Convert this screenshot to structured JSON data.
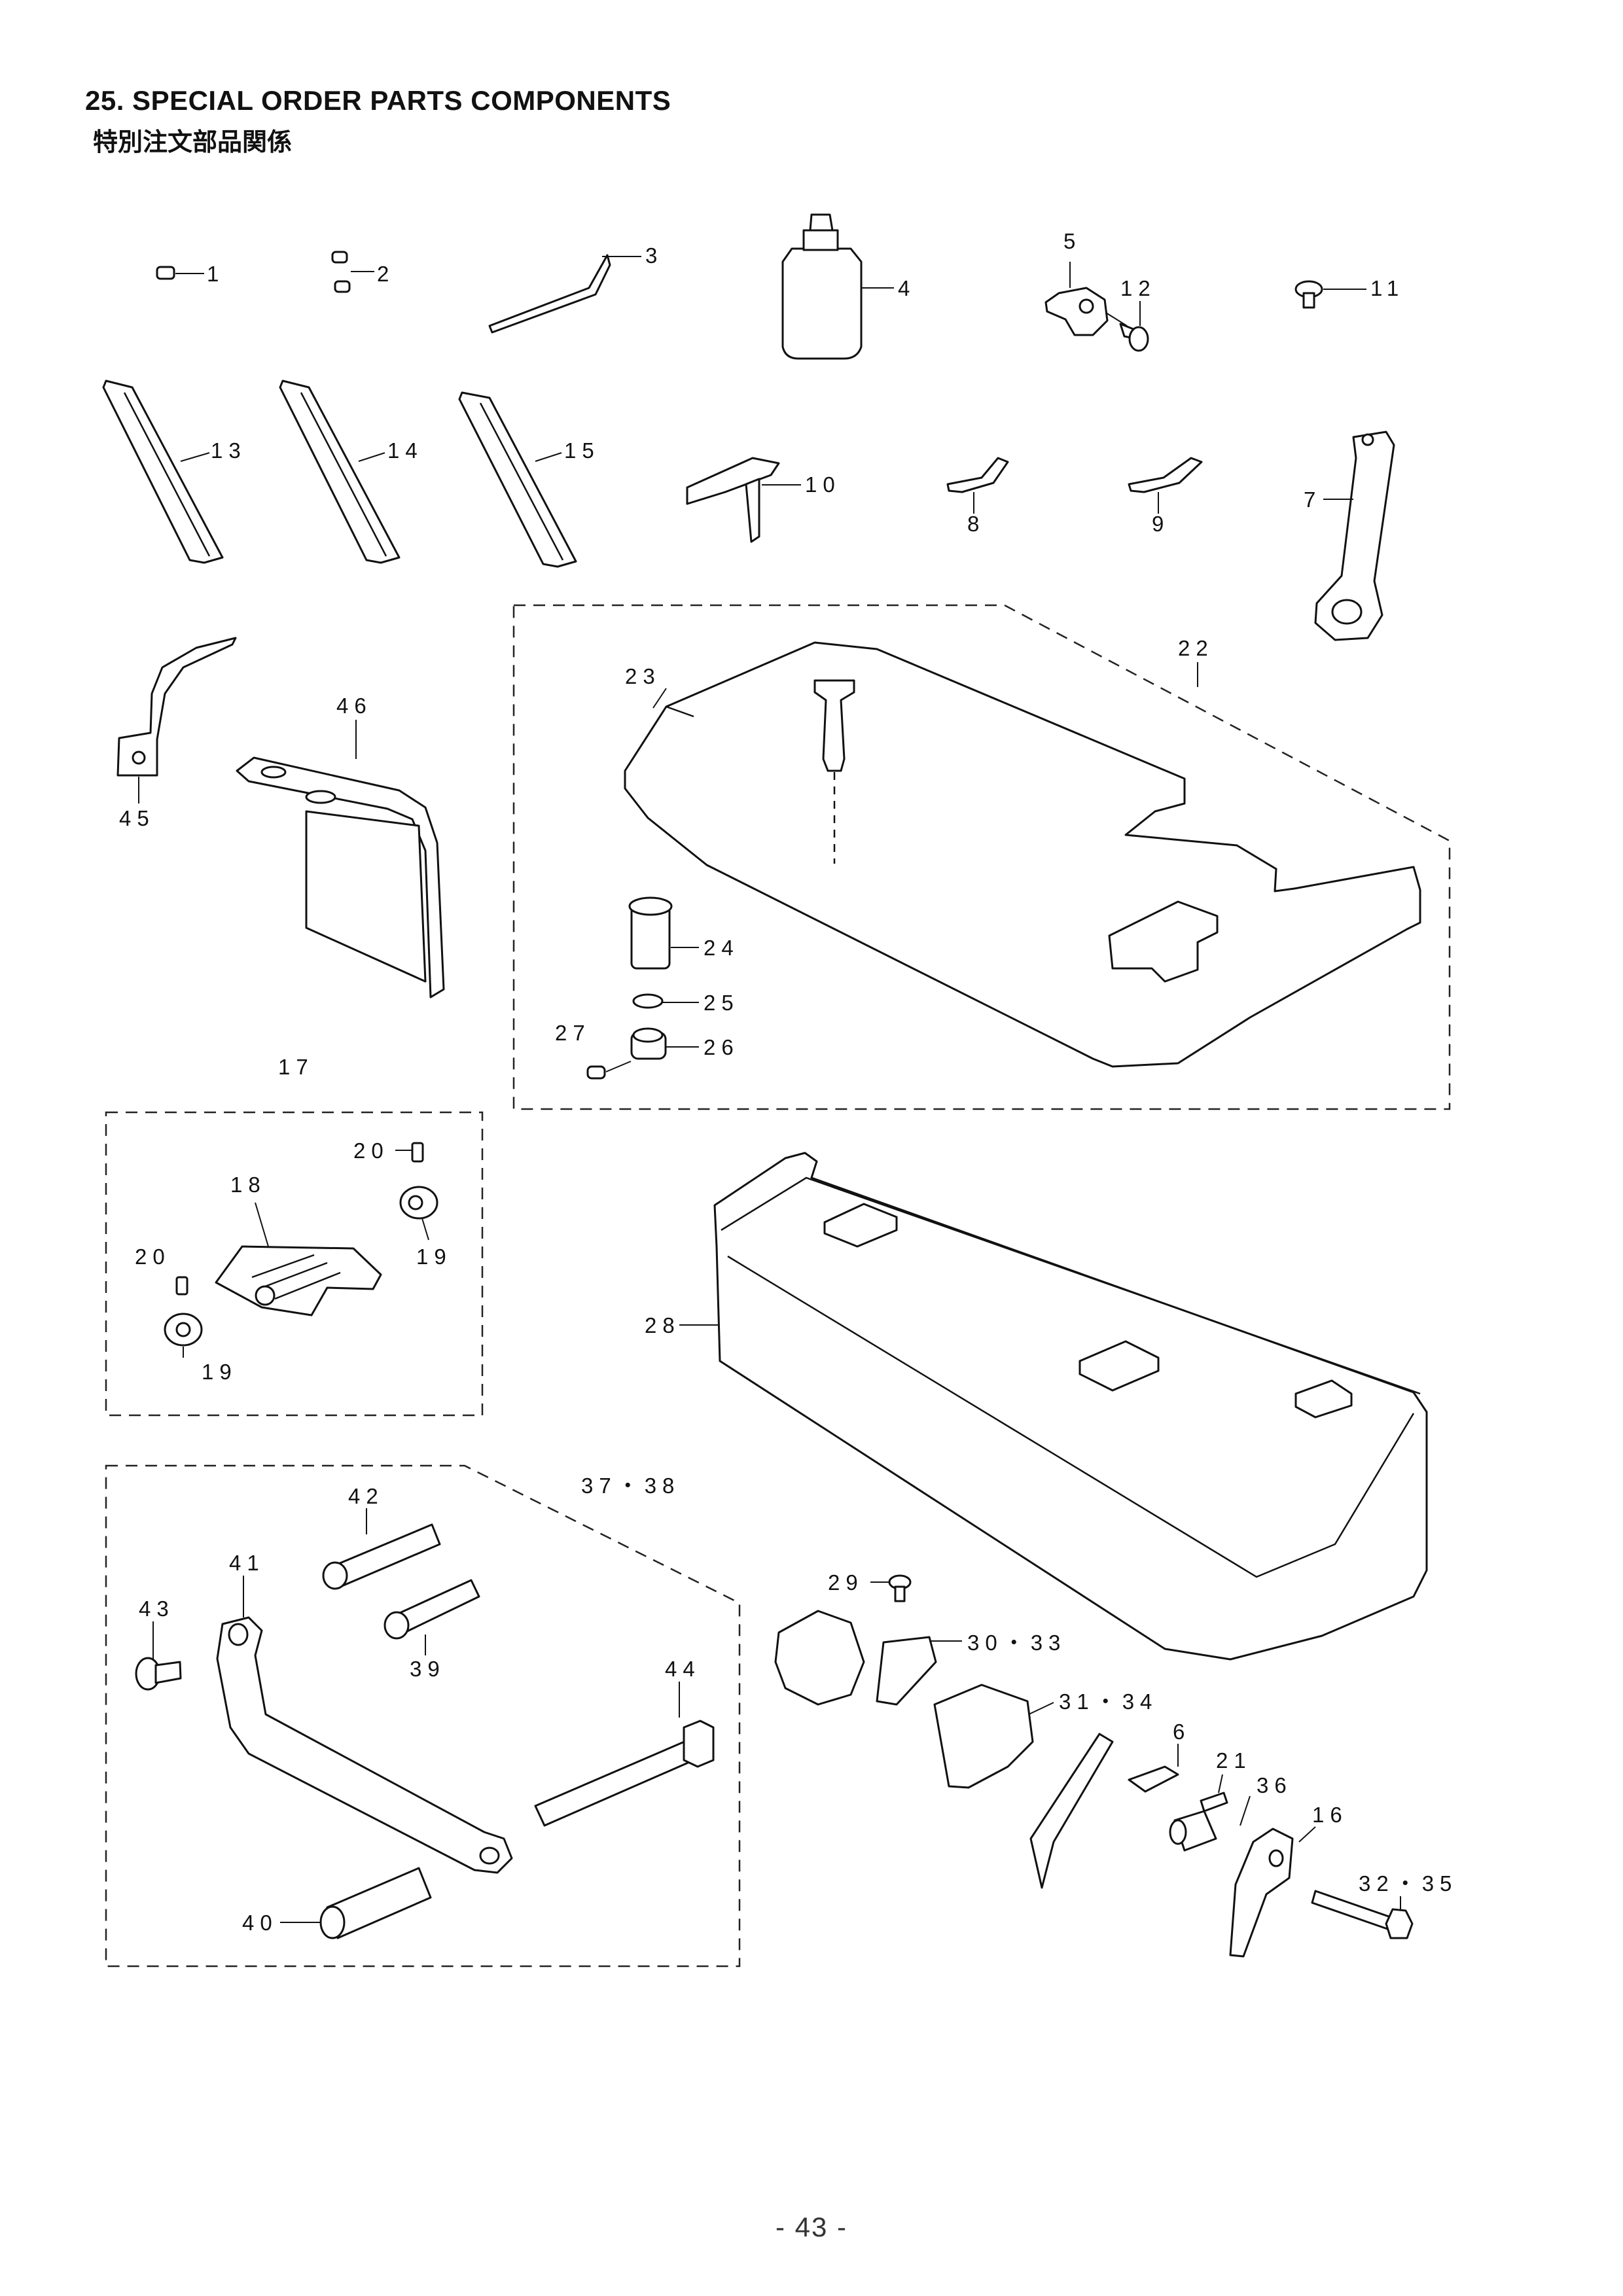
{
  "page": {
    "section_title": "25. SPECIAL ORDER PARTS COMPONENTS",
    "section_subtitle": "特別注文部品関係",
    "page_number": "- 43 -"
  },
  "callouts": {
    "c1": "1",
    "c2": "2",
    "c3": "3",
    "c4": "4",
    "c5": "5",
    "c6": "6",
    "c7": "7",
    "c8": "8",
    "c9": "9",
    "c10": "10",
    "c11": "11",
    "c12": "12",
    "c13": "13",
    "c14": "14",
    "c15": "15",
    "c16": "16",
    "c17": "17",
    "c18": "18",
    "c19a": "19",
    "c19b": "19",
    "c20a": "20",
    "c20b": "20",
    "c21": "21",
    "c22": "22",
    "c23": "23",
    "c24": "24",
    "c25": "25",
    "c26": "26",
    "c27": "27",
    "c28": "28",
    "c29": "29",
    "c30_33": "30・33",
    "c31_34": "31・34",
    "c32_35": "32・35",
    "c36": "36",
    "c37_38": "37・38",
    "c39": "39",
    "c40": "40",
    "c41": "41",
    "c42": "42",
    "c43": "43",
    "c44": "44",
    "c45": "45",
    "c46": "46"
  }
}
